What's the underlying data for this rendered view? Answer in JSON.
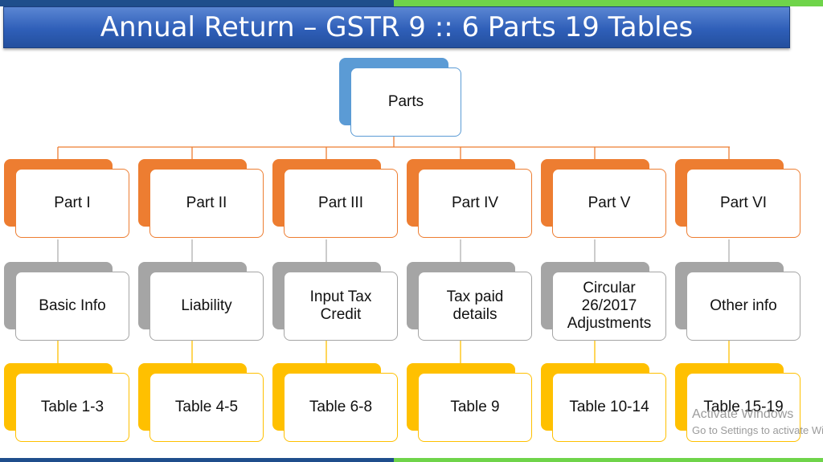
{
  "title": "Annual Return – GSTR 9 :: 6 Parts 19 Tables",
  "colors": {
    "root": "#5b9bd5",
    "parts": "#ed7d31",
    "descriptions": "#a5a5a5",
    "tables": "#ffc000"
  },
  "root": {
    "label": "Parts"
  },
  "columns": [
    {
      "part": "Part I",
      "description": "Basic Info",
      "tables": "Table 1-3"
    },
    {
      "part": "Part II",
      "description": "Liability",
      "tables": "Table 4-5"
    },
    {
      "part": "Part III",
      "description": "Input Tax Credit",
      "tables": "Table 6-8"
    },
    {
      "part": "Part IV",
      "description": "Tax paid details",
      "tables": "Table 9"
    },
    {
      "part": "Part V",
      "description": "Circular 26/2017 Adjustments",
      "tables": "Table 10-14"
    },
    {
      "part": "Part VI",
      "description": "Other info",
      "tables": "Table 15-19"
    }
  ],
  "watermark": {
    "line1": "Activate Windows",
    "line2": "Go to Settings to activate Windows."
  }
}
